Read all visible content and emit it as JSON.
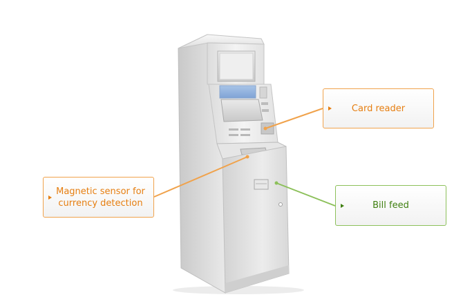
{
  "callouts": {
    "card_reader": {
      "label": "Card reader",
      "color": "#f0a24b"
    },
    "magnetic_sensor": {
      "label": "Magnetic sensor for currency detection",
      "color": "#f0a24b"
    },
    "bill_feed": {
      "label": "Bill feed",
      "color": "#8cc05a"
    }
  },
  "machine": {
    "type": "standing kiosk / ATM illustration"
  }
}
